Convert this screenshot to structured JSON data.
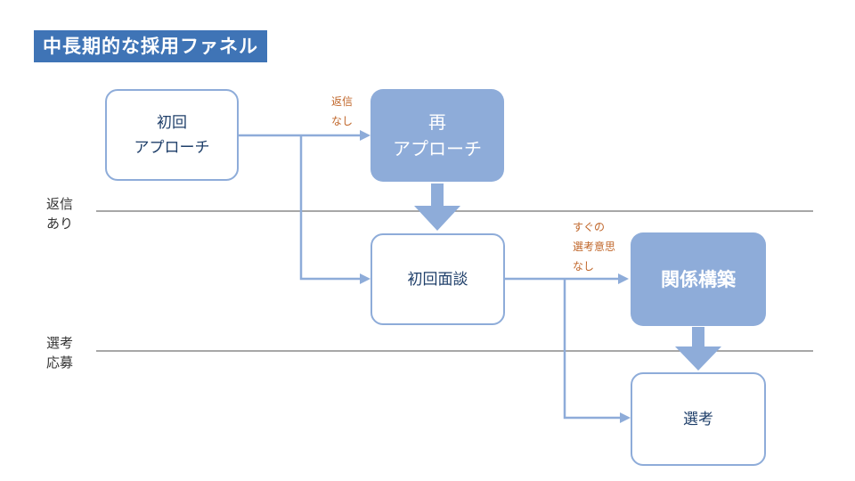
{
  "title": "中長期的な採用ファネル",
  "nodes": {
    "first_approach": {
      "line1": "初回",
      "line2": "アプローチ"
    },
    "re_approach": {
      "line1": "再",
      "line2": "アプローチ"
    },
    "first_interview": {
      "label": "初回面談"
    },
    "relationship": {
      "label": "関係構築"
    },
    "selection": {
      "label": "選考"
    }
  },
  "edge_labels": {
    "no_reply": {
      "line1": "返信",
      "line2": "なし"
    },
    "no_intent": {
      "line1": "すぐの",
      "line2": "選考意思",
      "line3": "なし"
    }
  },
  "stage_labels": {
    "replied": {
      "line1": "返信",
      "line2": "あり"
    },
    "applied": {
      "line1": "選考",
      "line2": "応募"
    }
  },
  "colors": {
    "title_bg": "#3f74b6",
    "node_fill": "#8eacd9",
    "connector": "#8eacd9",
    "edge_label_text": "#c0662a",
    "divider": "#8a8a8a"
  }
}
